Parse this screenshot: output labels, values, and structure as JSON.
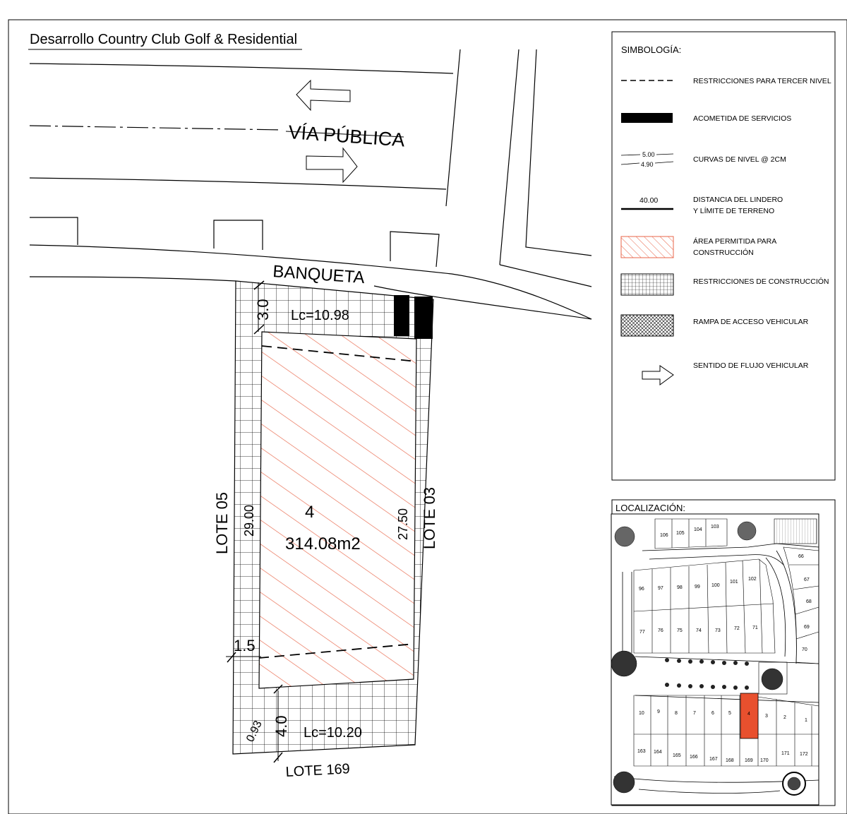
{
  "title": "Desarrollo Country Club Golf & Residential",
  "plan": {
    "street": "VÍA PÚBLICA",
    "sidewalk": "BANQUETA",
    "lot_number": "4",
    "lot_area": "314.08m2",
    "front_setback": "3.0",
    "front_length": "Lc=10.98",
    "rear_length": "Lc=10.20",
    "rear_setback": "4.0",
    "rear_offset": "0.93",
    "side_setback": "1.5",
    "left_depth": "29.00",
    "right_depth": "27.50",
    "left_neighbor": "LOTE 05",
    "right_neighbor": "LOTE 03",
    "rear_neighbor": "LOTE 169"
  },
  "legend": {
    "title": "SIMBOLOGÍA:",
    "items": {
      "third_level": "RESTRICCIONES PARA TERCER NIVEL",
      "services": "ACOMETIDA DE SERVICIOS",
      "contours": "CURVAS DE NIVEL @ 2CM",
      "contour_a": "5.00",
      "contour_b": "4.90",
      "boundary_line1": "DISTANCIA DEL LINDERO",
      "boundary_line2": "Y LÍMITE DE TERRENO",
      "boundary_value": "40.00",
      "area_line1": "ÁREA PERMITIDA PARA",
      "area_line2": "CONSTRUCCIÓN",
      "construction": "RESTRICCIONES DE CONSTRUCCIÓN",
      "ramp": "RAMPA DE ACCESO VEHICULAR",
      "flow": "SENTIDO DE FLUJO VEHICULAR"
    },
    "colors": {
      "allowed_hatch": "#e8664a",
      "highlight_lot": "#e8502e",
      "paving": "#c8c8c8"
    }
  },
  "location": {
    "title": "LOCALIZACIÓN:",
    "lots": {
      "l106": "106",
      "l105": "105",
      "l104": "104",
      "l103": "103",
      "l66": "66",
      "l67": "67",
      "l68": "68",
      "l69": "69",
      "l70": "70",
      "l96": "96",
      "l97": "97",
      "l98": "98",
      "l99": "99",
      "l100": "100",
      "l101": "101",
      "l102": "102",
      "l77": "77",
      "l76": "76",
      "l75": "75",
      "l74": "74",
      "l73": "73",
      "l72": "72",
      "l71": "71",
      "l10": "10",
      "l9": "9",
      "l8": "8",
      "l7": "7",
      "l6": "6",
      "l5": "5",
      "l4": "4",
      "l3": "3",
      "l2": "2",
      "l1": "1",
      "l163": "163",
      "l164": "164",
      "l165": "165",
      "l166": "166",
      "l167": "167",
      "l168": "168",
      "l169": "169",
      "l170": "170",
      "l171": "171",
      "l172": "172"
    }
  }
}
